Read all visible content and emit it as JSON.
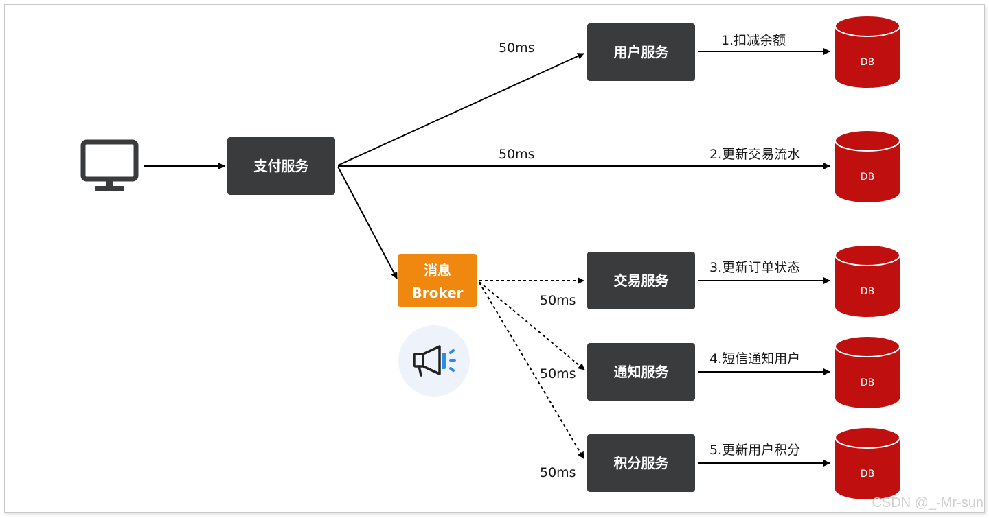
{
  "client": {
    "icon": "monitor-icon"
  },
  "pay_service": {
    "label": "支付服务"
  },
  "broker": {
    "line1": "消息",
    "line2": "Broker",
    "color": "#f0870f",
    "icon": "megaphone-icon"
  },
  "services": [
    {
      "label": "用户服务",
      "latency": "50ms",
      "action": "1.扣减余额",
      "db": "DB"
    },
    {
      "label": "",
      "latency": "50ms",
      "action": "2.更新交易流水",
      "db": "DB"
    },
    {
      "label": "交易服务",
      "latency": "50ms",
      "action": "3.更新订单状态",
      "db": "DB"
    },
    {
      "label": "通知服务",
      "latency": "50ms",
      "action": "4.短信通知用户",
      "db": "DB"
    },
    {
      "label": "积分服务",
      "latency": "50ms",
      "action": "5.更新用户积分",
      "db": "DB"
    }
  ],
  "colors": {
    "box": "#3a3b3d",
    "db": "#c00f0f",
    "icon_bg": "#eef3fb",
    "icon_accent": "#2b8de8"
  },
  "watermark": "CSDN @_-Mr-sun"
}
